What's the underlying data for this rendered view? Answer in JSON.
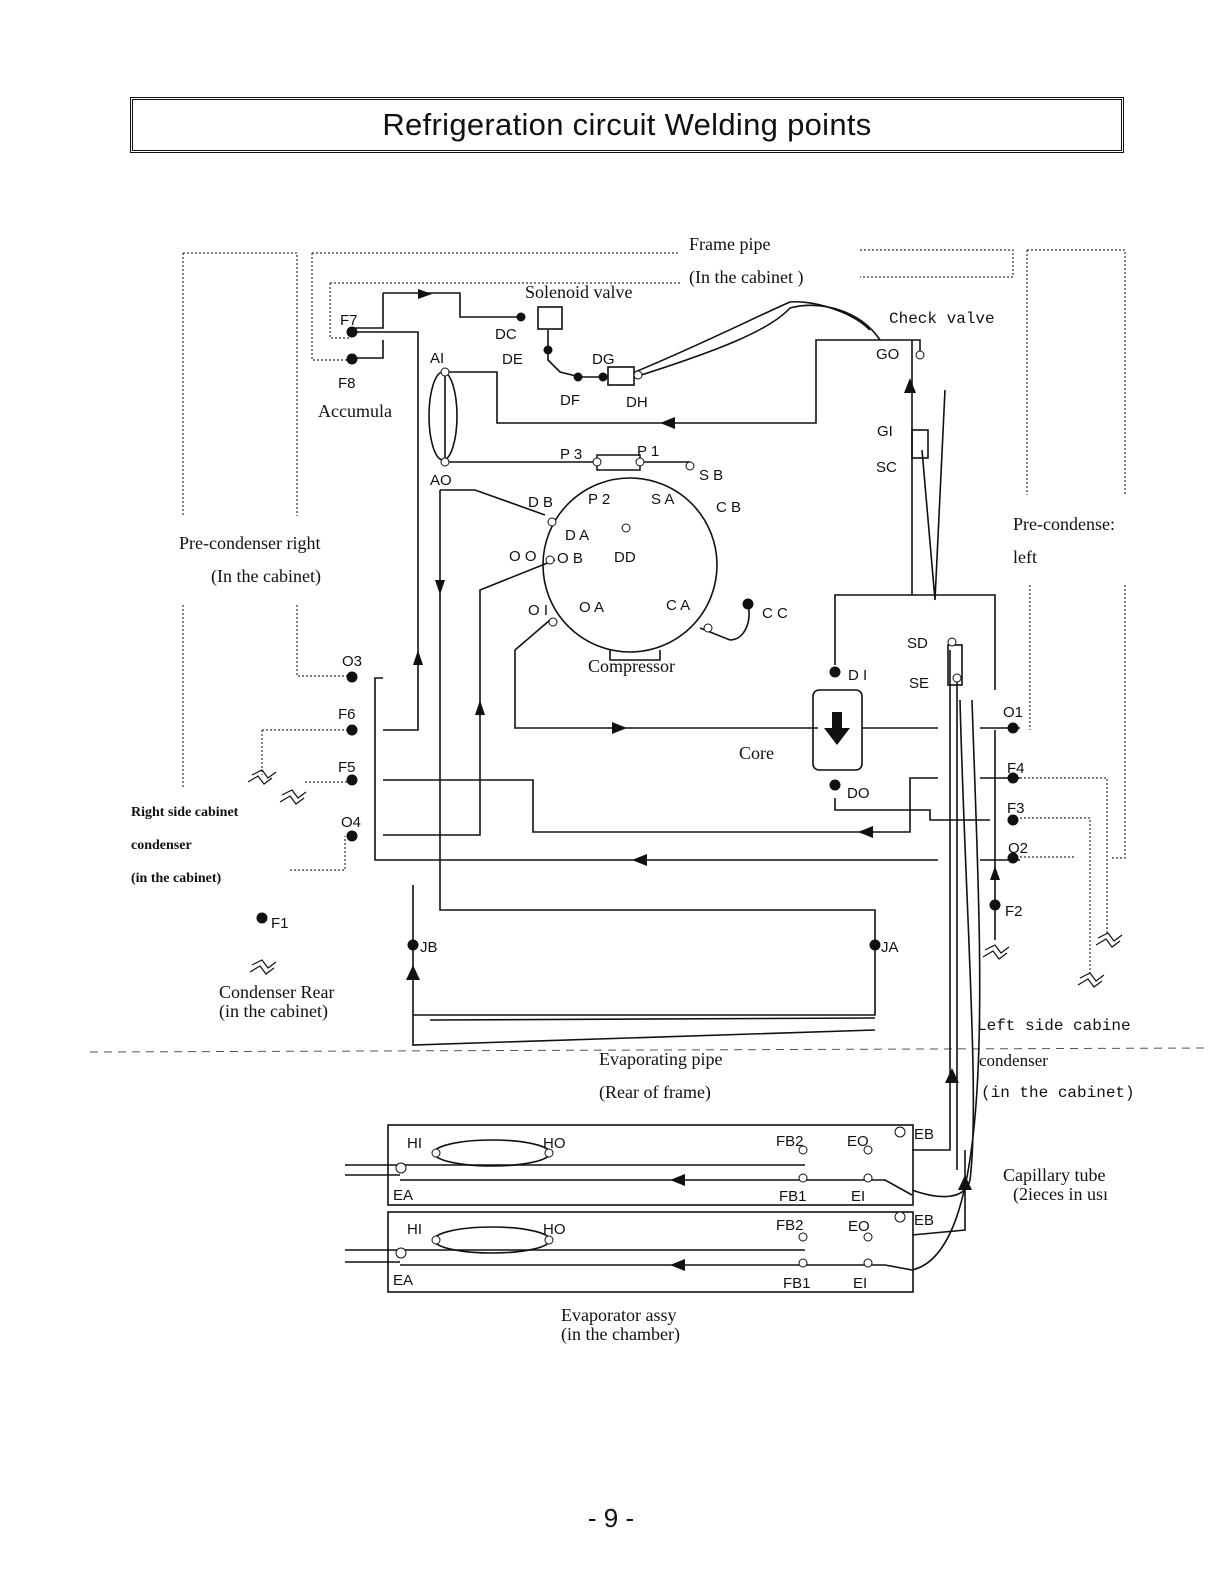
{
  "title": "Refrigeration circuit Welding points",
  "page_number": "- 9 -",
  "component_labels": {
    "frame_pipe": "Frame pipe",
    "frame_pipe_sub": "(In the cabinet )",
    "solenoid_valve": "Solenoid valve",
    "check_valve": "Check valve",
    "accumula": "Accumula",
    "pre_condenser_right": "Pre-condenser right",
    "pre_condenser_right_sub": "(In the cabinet)",
    "pre_condenser_left": "Pre-condense:",
    "pre_condenser_left_sub": "left",
    "compressor": "Compressor",
    "core": "Core",
    "right_side_cabinet": "Right side cabinet",
    "right_side_condenser": "condenser",
    "right_side_in_cabinet": "(in the cabinet)",
    "condenser_rear": "Condenser Rear",
    "condenser_rear_sub": "(in the cabinet)",
    "left_side_cabinet": "Left side cabine",
    "left_side_condenser": "condenser",
    "left_side_in_cabinet": "(in the cabinet)",
    "evaporating_pipe": "Evaporating pipe",
    "evaporating_pipe_sub": "(Rear of frame)",
    "capillary_tube": "Capillary tube",
    "capillary_tube_sub": "(2ieces in  usı",
    "evaporator_assy": "Evaporator assy",
    "evaporator_assy_sub": "(in the chamber)"
  },
  "point_labels": {
    "F7": "F7",
    "F8": "F8",
    "DC": "DC",
    "DE": "DE",
    "DG": "DG",
    "DF": "DF",
    "DH": "DH",
    "AI": "AI",
    "AO": "AO",
    "GO": "GO",
    "GI": "GI",
    "SC": "SC",
    "P3": "P 3",
    "P1": "P 1",
    "P2": "P 2",
    "SB": "S B",
    "SA": "S A",
    "CB": "C B",
    "DB": "D B",
    "DA": "D A",
    "OO": "O O",
    "OB": "O B",
    "DD": "DD",
    "OI": "O I",
    "OA": "O A",
    "CA": "C A",
    "CC": "C C",
    "SD": "SD",
    "SE": "SE",
    "DI": "D I",
    "DO": "DO",
    "O3": "O3",
    "F6": "F6",
    "F5": "F5",
    "O4": "O4",
    "O1": "O1",
    "F4": "F4",
    "F3": "F3",
    "O2": "O2",
    "F2": "F2",
    "F1": "F1",
    "JB": "JB",
    "JA": "JA",
    "HI_1": "HI",
    "HO_1": "HO",
    "FB2_1": "FB2",
    "EO_1": "EO",
    "EB_1": "EB",
    "EA_1": "EA",
    "FB1_1": "FB1",
    "EI_1": "EI",
    "HI_2": "HI",
    "HO_2": "HO",
    "FB2_2": "FB2",
    "EO_2": "EO",
    "EB_2": "EB",
    "EA_2": "EA",
    "FB1_2": "FB1",
    "EI_2": "EI"
  }
}
